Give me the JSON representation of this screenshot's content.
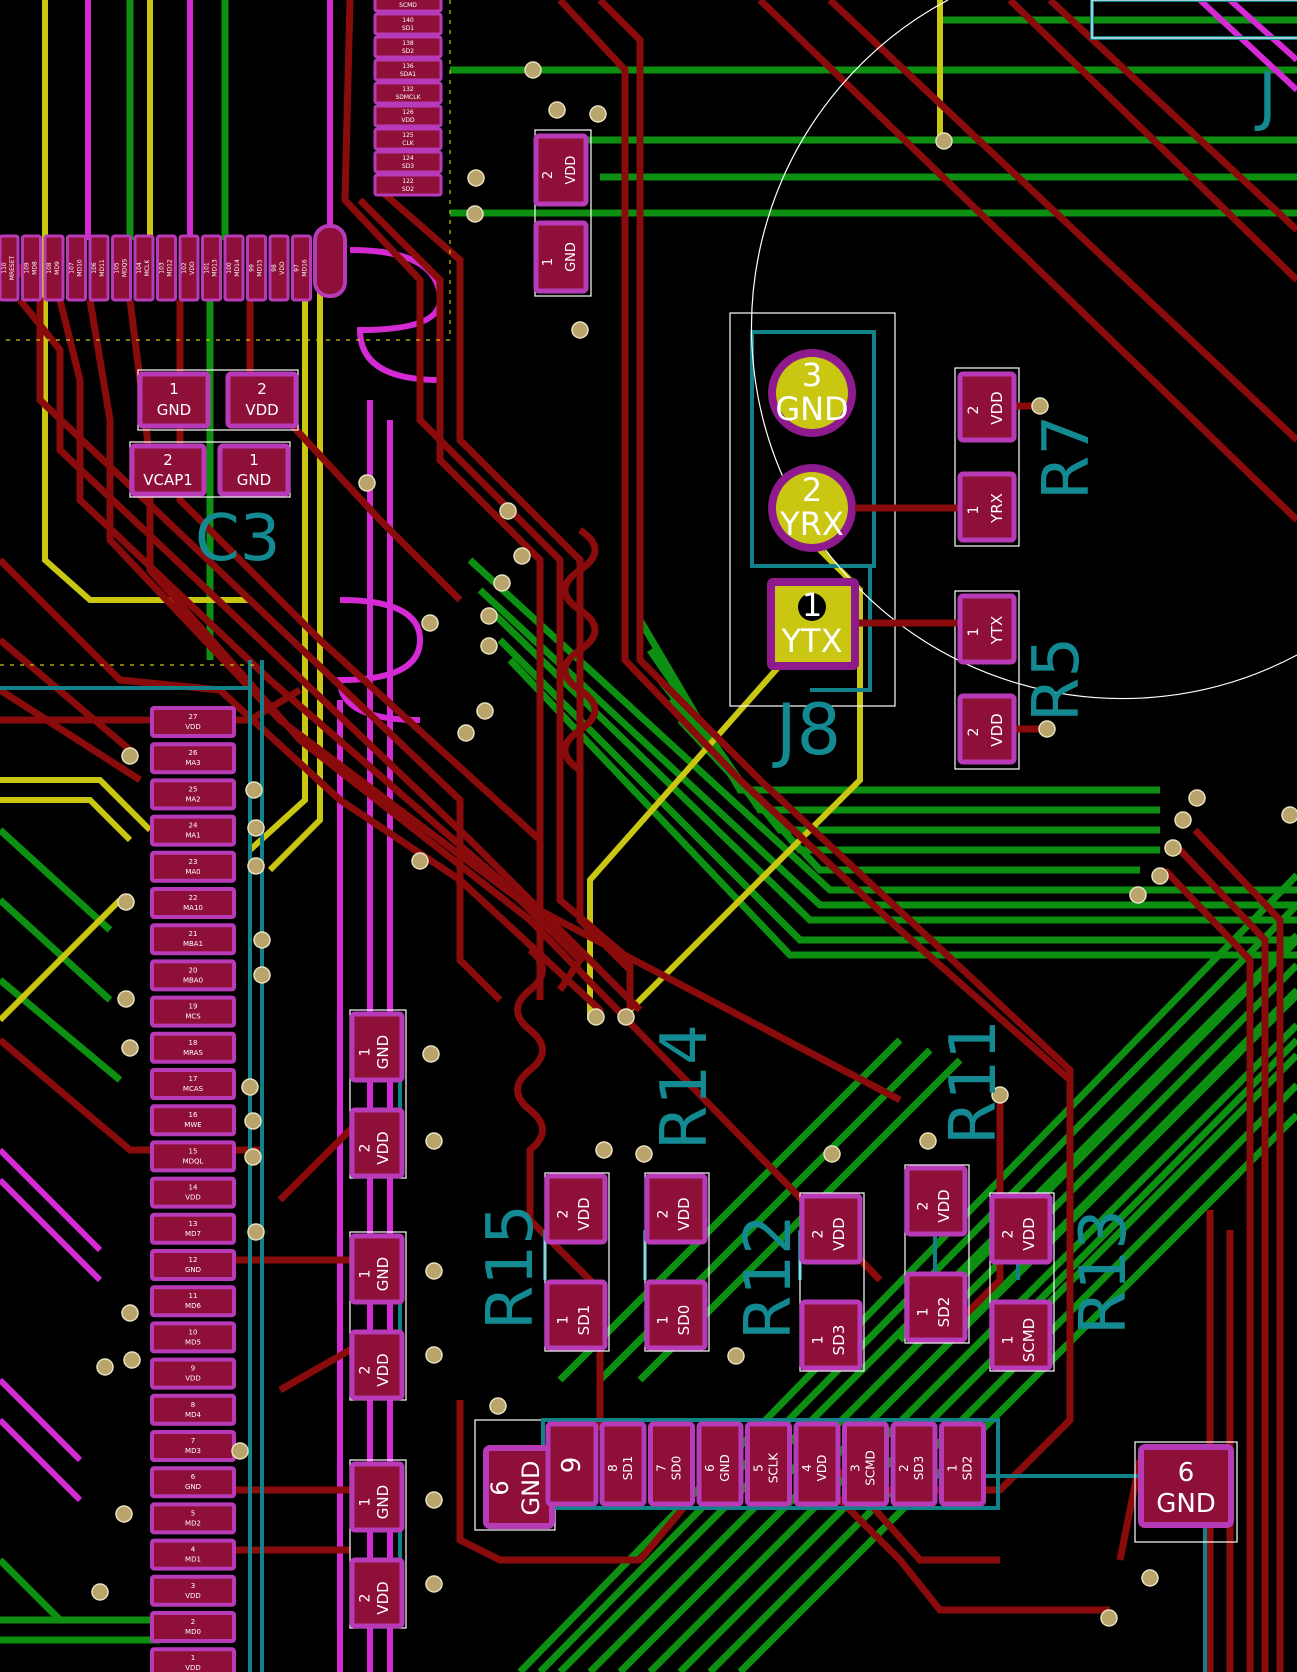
{
  "colors": {
    "background": "#000000",
    "copper_front": "#8a0b0b",
    "copper_back": "#0d8f12",
    "silkscreen_yellow": "#c9c712",
    "inner_layer_magenta": "#d42ad4",
    "pad_fill": "#8e0f37",
    "pad_outline": "#b73bb7",
    "courtyard_cyan": "#12828a",
    "via_fill": "#b9a46b"
  },
  "designators": {
    "j8": "J8",
    "r7": "R7",
    "r5": "R5",
    "r14": "R14",
    "r11": "R11",
    "r12": "R12",
    "r13": "R13",
    "r15": "R15",
    "c3x": "C3",
    "jx": "J"
  },
  "connector_j8": {
    "pins": [
      {
        "num": "3",
        "net": "GND"
      },
      {
        "num": "2",
        "net": "YRX"
      },
      {
        "num": "1",
        "net": "YTX"
      }
    ]
  },
  "resistors_right": {
    "r7_pad2": {
      "num": "2",
      "net": "VDD"
    },
    "r7_pad1": {
      "num": "1",
      "net": "YRX"
    },
    "r5_pad1": {
      "num": "1",
      "net": "YTX"
    },
    "r5_pad2": {
      "num": "2",
      "net": "VDD"
    }
  },
  "top_caps": {
    "cap_a_pad2": {
      "num": "2",
      "net": "VDD"
    },
    "cap_a_pad1": {
      "num": "1",
      "net": "GND"
    },
    "cap_b_pad1": {
      "num": "1",
      "net": "GND"
    },
    "cap_b_pad2": {
      "num": "2",
      "net": "VDD"
    },
    "cap_c_pad2": {
      "num": "2",
      "net": "VCAP1"
    },
    "cap_c_pad1": {
      "num": "1",
      "net": "GND"
    }
  },
  "left_caps": [
    {
      "num1": "1",
      "net1": "GND",
      "num2": "2",
      "net2": "VDD"
    },
    {
      "num1": "1",
      "net1": "GND",
      "num2": "2",
      "net2": "VDD"
    },
    {
      "num1": "1",
      "net1": "GND",
      "num2": "2",
      "net2": "VDD"
    }
  ],
  "sd_resistors": [
    {
      "num_top": "2",
      "net_top": "VDD",
      "num_bot": "1",
      "net_bot": "SD1"
    },
    {
      "num_top": "2",
      "net_top": "VDD",
      "num_bot": "1",
      "net_bot": "SD0"
    },
    {
      "num_top": "2",
      "net_top": "VDD",
      "num_bot": "1",
      "net_bot": "SD3"
    },
    {
      "num_top": "2",
      "net_top": "VDD",
      "num_bot": "1",
      "net_bot": "SD2"
    },
    {
      "num_top": "2",
      "net_top": "VDD",
      "num_bot": "1",
      "net_bot": "SCMD"
    }
  ],
  "sd_connector": {
    "shield_left": {
      "num": "6",
      "net": "GND"
    },
    "shield_right": {
      "num": "6",
      "net": "GND"
    },
    "pad9": "9",
    "pins": [
      {
        "num": "8",
        "net": "SD1"
      },
      {
        "num": "7",
        "net": "SD0"
      },
      {
        "num": "6",
        "net": "GND"
      },
      {
        "num": "5",
        "net": "SCLK"
      },
      {
        "num": "4",
        "net": "VDD"
      },
      {
        "num": "3",
        "net": "SCMD"
      },
      {
        "num": "2",
        "net": "SD3"
      },
      {
        "num": "1",
        "net": "SD2"
      }
    ]
  },
  "ic_left_pins": [
    {
      "num": "27",
      "net": "VDD"
    },
    {
      "num": "26",
      "net": "MA3"
    },
    {
      "num": "25",
      "net": "MA2"
    },
    {
      "num": "24",
      "net": "MA1"
    },
    {
      "num": "23",
      "net": "MA0"
    },
    {
      "num": "22",
      "net": "MA10"
    },
    {
      "num": "21",
      "net": "MBA1"
    },
    {
      "num": "20",
      "net": "MBA0"
    },
    {
      "num": "19",
      "net": "MCS"
    },
    {
      "num": "18",
      "net": "MRAS"
    },
    {
      "num": "17",
      "net": "MCAS"
    },
    {
      "num": "16",
      "net": "MWE"
    },
    {
      "num": "15",
      "net": "MDQL"
    },
    {
      "num": "14",
      "net": "VDD"
    },
    {
      "num": "13",
      "net": "MD7"
    },
    {
      "num": "12",
      "net": "GND"
    },
    {
      "num": "11",
      "net": "MD6"
    },
    {
      "num": "10",
      "net": "MD5"
    },
    {
      "num": "9",
      "net": "VDD"
    },
    {
      "num": "8",
      "net": "MD4"
    },
    {
      "num": "7",
      "net": "MD3"
    },
    {
      "num": "6",
      "net": "GND"
    },
    {
      "num": "5",
      "net": "MD2"
    },
    {
      "num": "4",
      "net": "MD1"
    },
    {
      "num": "3",
      "net": "VDD"
    },
    {
      "num": "2",
      "net": "MD0"
    },
    {
      "num": "1",
      "net": "VDD"
    }
  ],
  "ic_top_pins": [
    {
      "num": "122",
      "net": "SD2"
    },
    {
      "num": "124",
      "net": "SD3"
    },
    {
      "num": "125",
      "net": "CLK"
    },
    {
      "num": "126",
      "net": "VDD"
    },
    {
      "num": "132",
      "net": "SDMCLK"
    },
    {
      "num": "136",
      "net": "SDA1"
    },
    {
      "num": "138",
      "net": "SD2"
    },
    {
      "num": "140",
      "net": "SD1"
    },
    {
      "num": "142",
      "net": "SCMD"
    }
  ],
  "ic_upper_pins": [
    {
      "num": "110",
      "net": "MRESET"
    },
    {
      "num": "109",
      "net": "MD8"
    },
    {
      "num": "108",
      "net": "MD9"
    },
    {
      "num": "107",
      "net": "MD10"
    },
    {
      "num": "106",
      "net": "MD11"
    },
    {
      "num": "105",
      "net": "MDQS"
    },
    {
      "num": "104",
      "net": "MCLK"
    },
    {
      "num": "103",
      "net": "MD12"
    },
    {
      "num": "102",
      "net": "VDD"
    },
    {
      "num": "101",
      "net": "MD13"
    },
    {
      "num": "100",
      "net": "MD14"
    },
    {
      "num": "99",
      "net": "MD15"
    },
    {
      "num": "98",
      "net": "VDD"
    },
    {
      "num": "97",
      "net": "MD16"
    }
  ]
}
